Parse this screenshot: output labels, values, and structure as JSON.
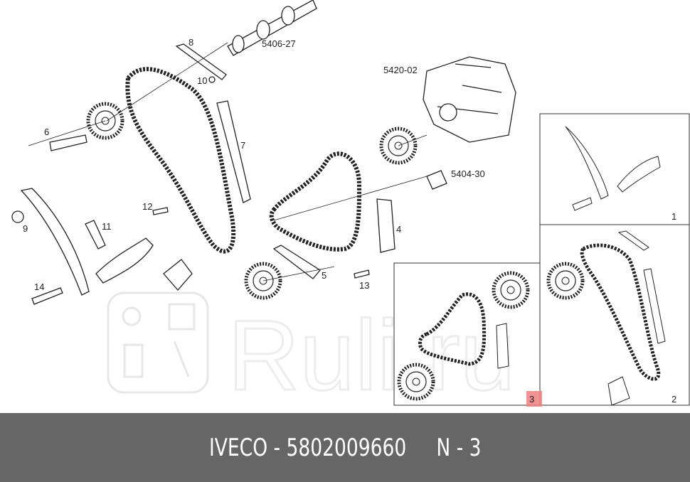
{
  "diagram": {
    "callouts": {
      "c8": "8",
      "c5406_27": "5406-27",
      "c10": "10",
      "c5420_02": "5420-02",
      "c6": "6",
      "c7": "7",
      "c5404_30": "5404-30",
      "c12": "12",
      "c4": "4",
      "c9": "9",
      "c11": "11",
      "c1": "1",
      "c14": "14",
      "c5": "5",
      "c13": "13",
      "c3": "3",
      "c2": "2"
    },
    "highlight_color": "#f08080",
    "watermark": "Ruli.ru"
  },
  "footer": {
    "caption": "IVECO - 5802009660     N - 3"
  }
}
